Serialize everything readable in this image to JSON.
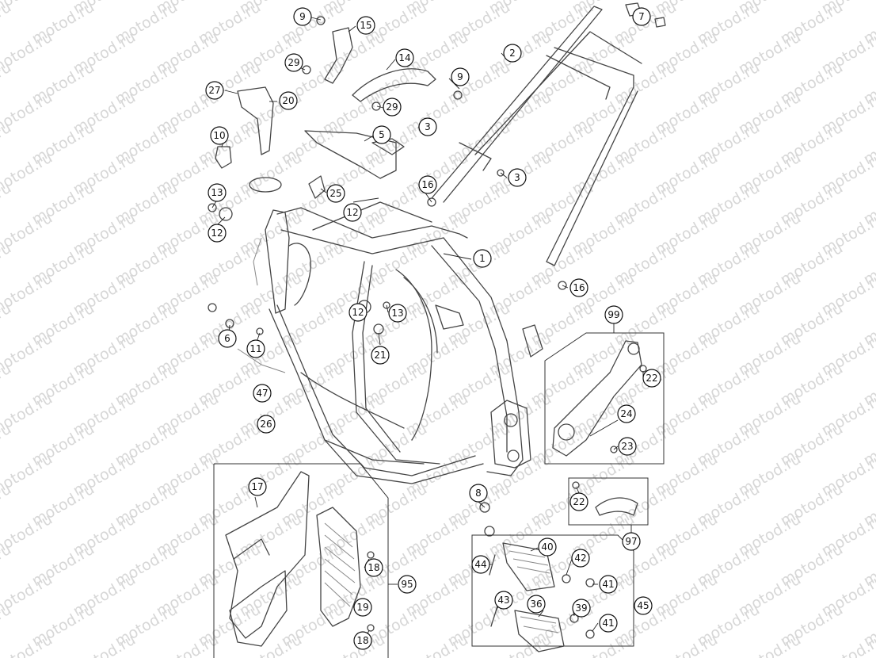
{
  "watermark": "motod.ru",
  "callouts": [
    {
      "id": "1",
      "label": "1"
    },
    {
      "id": "2",
      "label": "2"
    },
    {
      "id": "3a",
      "label": "3"
    },
    {
      "id": "3b",
      "label": "3"
    },
    {
      "id": "5",
      "label": "5"
    },
    {
      "id": "6",
      "label": "6"
    },
    {
      "id": "7",
      "label": "7"
    },
    {
      "id": "8",
      "label": "8"
    },
    {
      "id": "9a",
      "label": "9"
    },
    {
      "id": "9b",
      "label": "9"
    },
    {
      "id": "10",
      "label": "10"
    },
    {
      "id": "11",
      "label": "11"
    },
    {
      "id": "12a",
      "label": "12"
    },
    {
      "id": "12b",
      "label": "12"
    },
    {
      "id": "12c",
      "label": "12"
    },
    {
      "id": "13a",
      "label": "13"
    },
    {
      "id": "13b",
      "label": "13"
    },
    {
      "id": "14",
      "label": "14"
    },
    {
      "id": "15",
      "label": "15"
    },
    {
      "id": "16a",
      "label": "16"
    },
    {
      "id": "16b",
      "label": "16"
    },
    {
      "id": "17",
      "label": "17"
    },
    {
      "id": "18a",
      "label": "18"
    },
    {
      "id": "18b",
      "label": "18"
    },
    {
      "id": "19",
      "label": "19"
    },
    {
      "id": "20",
      "label": "20"
    },
    {
      "id": "21",
      "label": "21"
    },
    {
      "id": "22a",
      "label": "22"
    },
    {
      "id": "22b",
      "label": "22"
    },
    {
      "id": "23",
      "label": "23"
    },
    {
      "id": "24",
      "label": "24"
    },
    {
      "id": "25",
      "label": "25"
    },
    {
      "id": "26",
      "label": "26"
    },
    {
      "id": "27",
      "label": "27"
    },
    {
      "id": "29a",
      "label": "29"
    },
    {
      "id": "29b",
      "label": "29"
    },
    {
      "id": "36",
      "label": "36"
    },
    {
      "id": "39",
      "label": "39"
    },
    {
      "id": "40",
      "label": "40"
    },
    {
      "id": "41a",
      "label": "41"
    },
    {
      "id": "41b",
      "label": "41"
    },
    {
      "id": "42",
      "label": "42"
    },
    {
      "id": "43",
      "label": "43"
    },
    {
      "id": "44",
      "label": "44"
    },
    {
      "id": "45",
      "label": "45"
    },
    {
      "id": "47",
      "label": "47"
    },
    {
      "id": "95",
      "label": "95"
    },
    {
      "id": "97",
      "label": "97"
    },
    {
      "id": "99",
      "label": "99"
    }
  ]
}
